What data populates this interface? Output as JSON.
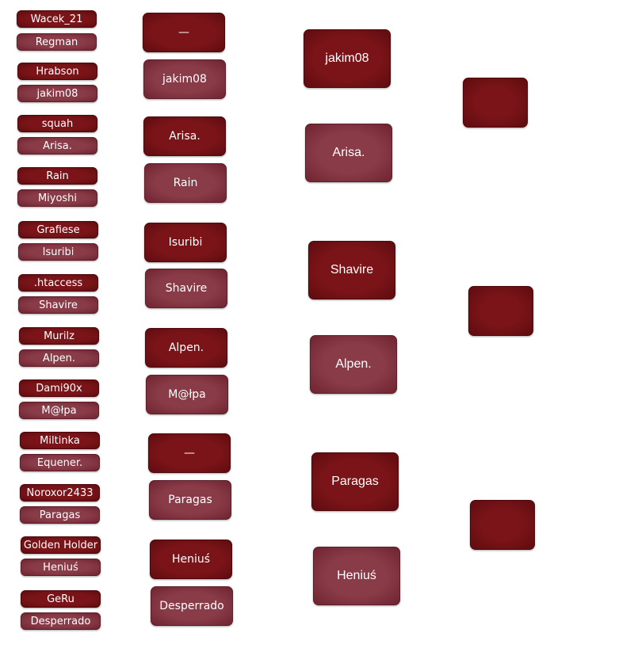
{
  "round1": [
    {
      "top": "Wacek_21",
      "bottom": "Regman"
    },
    {
      "top": "Hrabson",
      "bottom": "jakim08"
    },
    {
      "top": "squah",
      "bottom": "Arisa."
    },
    {
      "top": "Rain",
      "bottom": "Miyoshi"
    },
    {
      "top": "Grafiese",
      "bottom": "Isuribi"
    },
    {
      "top": ".htaccess",
      "bottom": "Shavire"
    },
    {
      "top": "Murilz",
      "bottom": "Alpen."
    },
    {
      "top": "Dami90x",
      "bottom": "M@łpa"
    },
    {
      "top": "Miltinka",
      "bottom": "Equener."
    },
    {
      "top": "Noroxor2433",
      "bottom": "Paragas"
    },
    {
      "top": "Golden Holder",
      "bottom": "Heniuś"
    },
    {
      "top": "GeRu",
      "bottom": "Desperrado"
    }
  ],
  "round2": [
    {
      "top": "—",
      "bottom": "jakim08"
    },
    {
      "top": "Arisa.",
      "bottom": "Rain"
    },
    {
      "top": "Isuribi",
      "bottom": "Shavire"
    },
    {
      "top": "Alpen.",
      "bottom": "M@łpa"
    },
    {
      "top": "—",
      "bottom": "Paragas"
    },
    {
      "top": "Heniuś",
      "bottom": "Desperrado"
    }
  ],
  "round3": [
    {
      "top": "jakim08",
      "bottom": "Arisa."
    },
    {
      "top": "Shavire",
      "bottom": "Alpen."
    },
    {
      "top": "Paragas",
      "bottom": "Heniuś"
    }
  ],
  "round4": [
    {
      "label": ""
    },
    {
      "label": ""
    },
    {
      "label": ""
    }
  ]
}
